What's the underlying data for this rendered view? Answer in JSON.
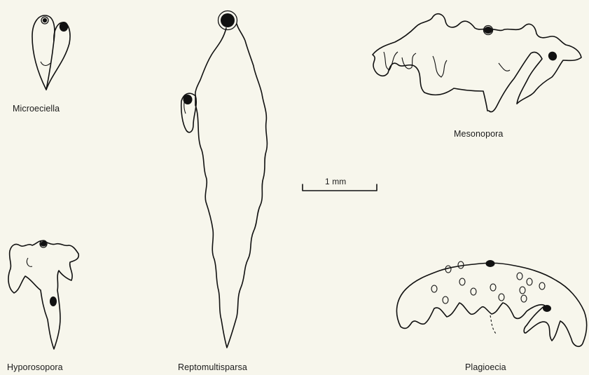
{
  "labels": {
    "microeciella": "Microeciella",
    "mesonopora": "Mesonopora",
    "hyporosopora": "Hyporosopora",
    "reptomultisparsa": "Reptomultisparsa",
    "plagioecia": "Plagioecia"
  },
  "scale_bar": {
    "label": "1 mm"
  },
  "colors": {
    "background": "#f7f6ec",
    "ink": "#111111"
  }
}
